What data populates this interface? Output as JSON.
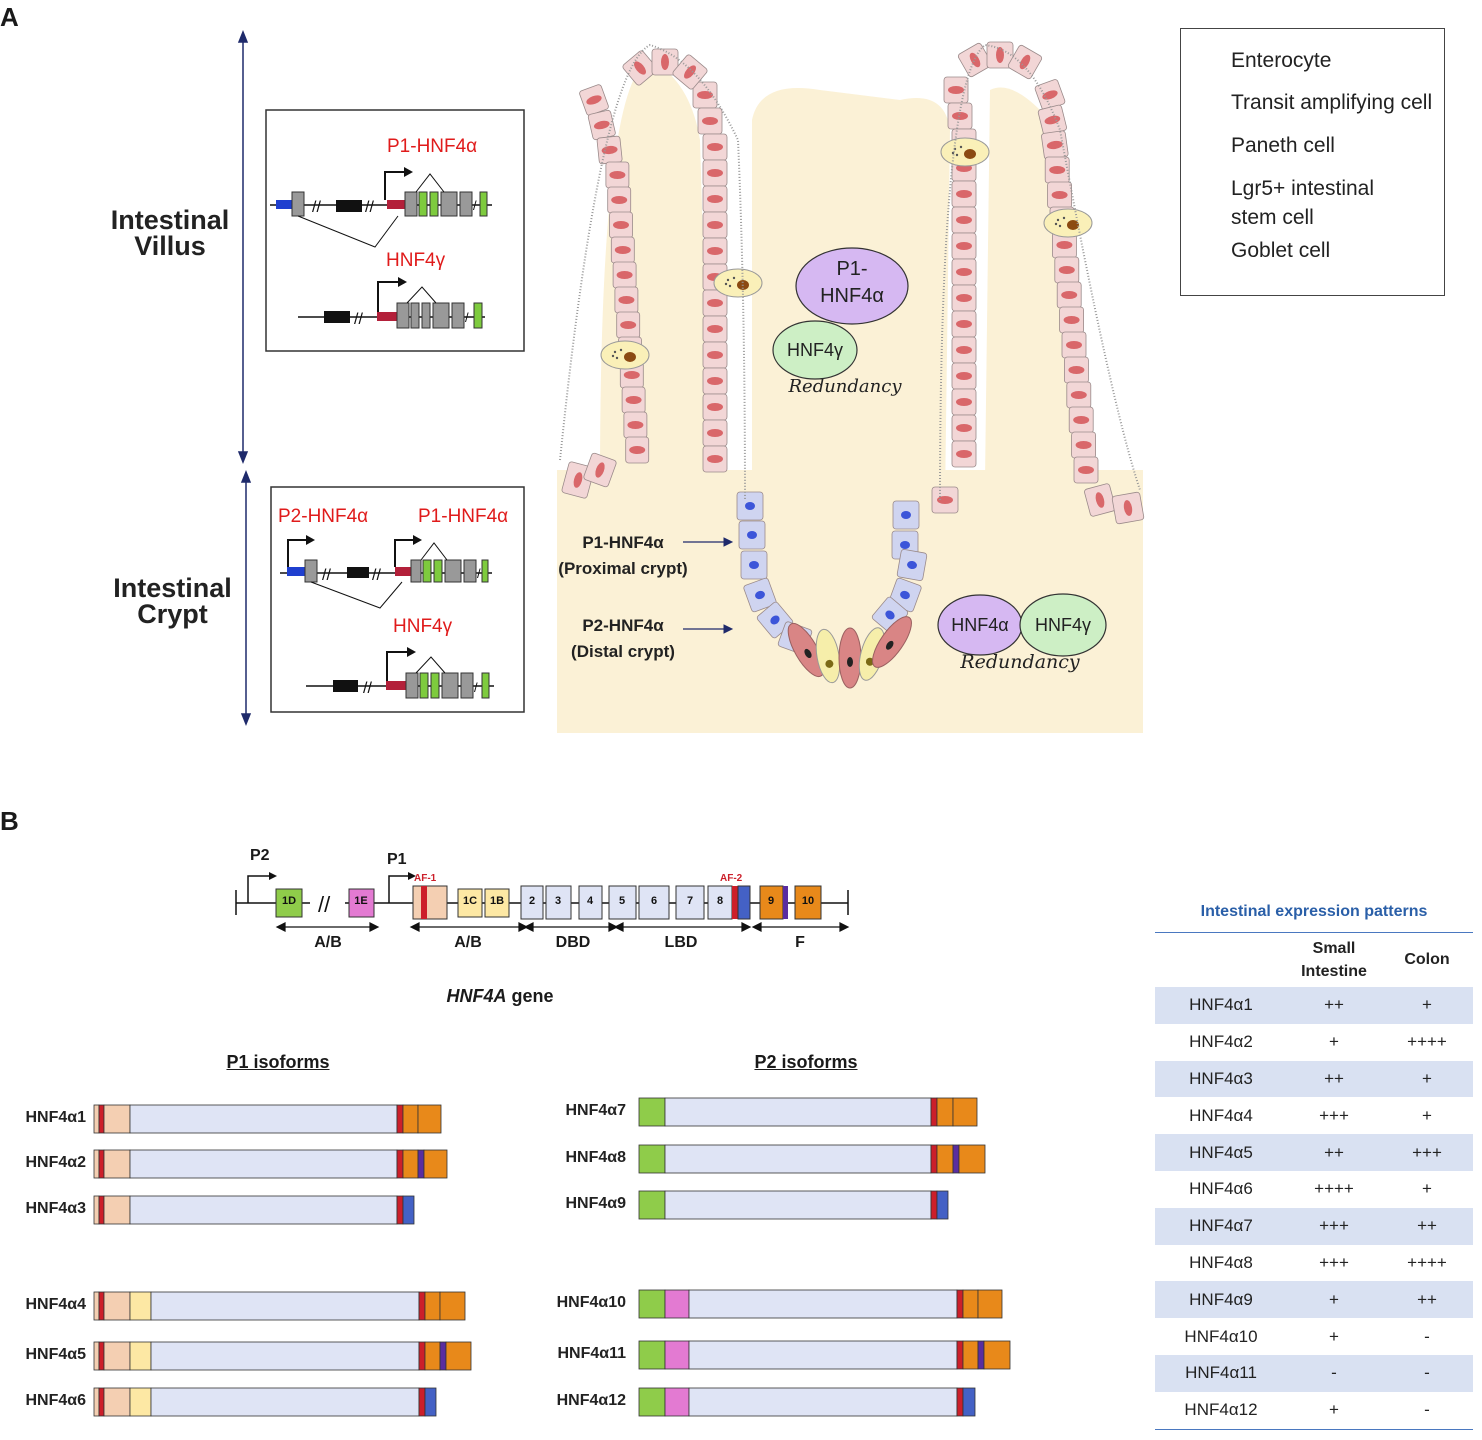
{
  "panel_a": {
    "letter": "A",
    "villus_label": [
      "Intestinal",
      "Villus"
    ],
    "crypt_label": [
      "Intestinal",
      "Crypt"
    ],
    "villus_box": {
      "p1_label": "P1-HNF4α",
      "hnf4g_label": "HNF4γ"
    },
    "crypt_box": {
      "p2_label": "P2-HNF4α",
      "p1_label": "P1-HNF4α",
      "hnf4g_label": "HNF4γ"
    },
    "villus_redundancy": {
      "p1_line1": "P1-",
      "p1_line2": "HNF4α",
      "hnf4g": "HNF4γ",
      "caption": "Redundancy"
    },
    "crypt_redundancy": {
      "hnf4a": "HNF4α",
      "hnf4g": "HNF4γ",
      "caption": "Redundancy"
    },
    "crypt_annotations": {
      "p1_title": "P1-HNF4α",
      "p1_sub": "(Proximal crypt)",
      "p2_title": "P2-HNF4α",
      "p2_sub": "(Distal crypt)"
    },
    "legend": [
      {
        "label": "Enterocyte",
        "icon": "enterocyte-icon"
      },
      {
        "label": "Transit amplifying cell",
        "icon": "transit-amplifying-cell-icon"
      },
      {
        "label": "Paneth cell",
        "icon": "paneth-cell-icon"
      },
      {
        "label": "Lgr5+ intestinal",
        "label2": "stem cell",
        "icon": "stem-cell-icon"
      },
      {
        "label": "Goblet cell",
        "icon": "goblet-cell-icon"
      }
    ],
    "colors": {
      "enterocyte": "#f2d6d6",
      "enterocyte_nucleus": "#d9676a",
      "transit": "#cfd4f0",
      "transit_nucleus": "#3c55d9",
      "paneth": "#f6eeaa",
      "stem": "#d98585",
      "lamina": "#fbf1d6",
      "hnf4a_bubble": "#d6b8f2",
      "hnf4g_bubble": "#cdefc5",
      "red_text": "#e01b1b"
    }
  },
  "panel_b": {
    "letter": "B",
    "gene": {
      "promoter_p2": "P2",
      "promoter_p1": "P1",
      "af1": "AF-1",
      "af2": "AF-2",
      "exons": [
        "1D",
        "1E",
        "1C",
        "1B",
        "2",
        "3",
        "4",
        "5",
        "6",
        "7",
        "8",
        "9",
        "10"
      ],
      "domains": [
        "A/B",
        "A/B",
        "DBD",
        "LBD",
        "F"
      ],
      "caption_italic": "HNF4A",
      "caption_rest": " gene"
    },
    "p1_title": "P1 isoforms",
    "p2_title": "P2 isoforms",
    "p1_isoforms": [
      "HNF4α1",
      "HNF4α2",
      "HNF4α3",
      "HNF4α4",
      "HNF4α5",
      "HNF4α6"
    ],
    "p2_isoforms": [
      "HNF4α7",
      "HNF4α8",
      "HNF4α9",
      "HNF4α10",
      "HNF4α11",
      "HNF4α12"
    ],
    "expression": {
      "title": "Intestinal expression patterns",
      "headers": [
        "",
        "Small\nIntestine",
        "Colon"
      ],
      "rows": [
        [
          "HNF4α1",
          "++",
          "+"
        ],
        [
          "HNF4α2",
          "+",
          "++++"
        ],
        [
          "HNF4α3",
          "++",
          "+"
        ],
        [
          "HNF4α4",
          "+++",
          "+"
        ],
        [
          "HNF4α5",
          "++",
          "+++"
        ],
        [
          "HNF4α6",
          "++++",
          "+"
        ],
        [
          "HNF4α7",
          "+++",
          "++"
        ],
        [
          "HNF4α8",
          "+++",
          "++++"
        ],
        [
          "HNF4α9",
          "+",
          "++"
        ],
        [
          "HNF4α10",
          "+",
          "-"
        ],
        [
          "HNF4α11",
          "-",
          "-"
        ],
        [
          "HNF4α12",
          "+",
          "-"
        ]
      ]
    }
  }
}
